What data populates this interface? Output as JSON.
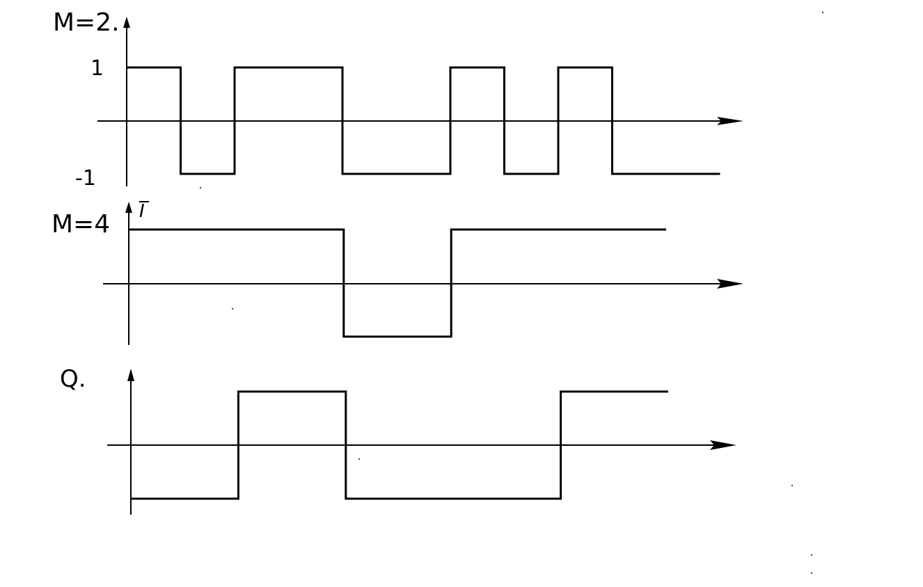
{
  "panels": [
    {
      "id": "m2",
      "label": "M=2.",
      "axis_label": "",
      "tick_labels": [
        "1",
        "-1"
      ],
      "levels": [
        1,
        -1,
        1,
        -1,
        1,
        -1,
        1,
        -1
      ],
      "transitions": [
        0,
        1,
        2,
        4,
        6,
        7,
        8,
        9,
        11
      ]
    },
    {
      "id": "m4",
      "label": "M=4",
      "axis_label": "I",
      "tick_labels": [],
      "levels": [
        1,
        -1,
        1
      ],
      "transitions": [
        0,
        4,
        6,
        10
      ]
    },
    {
      "id": "q",
      "label": "Q.",
      "axis_label": "",
      "tick_labels": [],
      "levels": [
        -1,
        1,
        -1,
        1
      ],
      "transitions": [
        0,
        2,
        4,
        8,
        10
      ]
    }
  ]
}
